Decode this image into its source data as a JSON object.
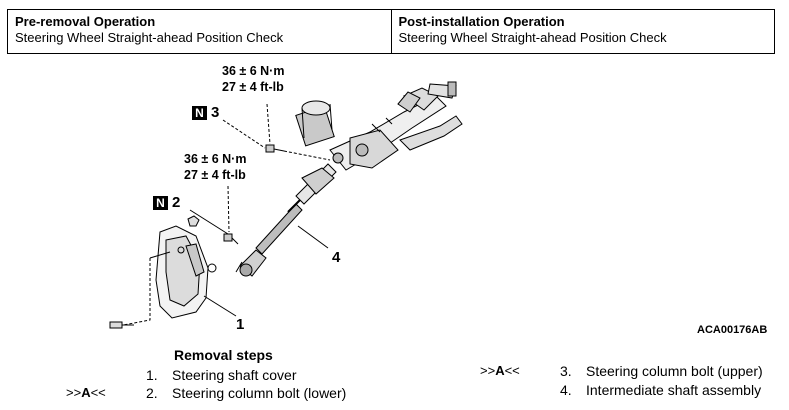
{
  "operations": {
    "pre_removal": {
      "title": "Pre-removal Operation",
      "text": "Steering Wheel Straight-ahead Position Check"
    },
    "post_installation": {
      "title": "Post-installation Operation",
      "text": "Steering Wheel Straight-ahead Position Check"
    }
  },
  "torque_upper": {
    "line1": "36 ± 6 N·m",
    "line2": "27 ± 4 ft-lb"
  },
  "torque_lower": {
    "line1": "36 ± 6 N·m",
    "line2": "27 ± 4 ft-lb"
  },
  "badges": [
    {
      "letter": "N",
      "number": "3"
    },
    {
      "letter": "N",
      "number": "2"
    }
  ],
  "callouts": {
    "c1": "1",
    "c4": "4"
  },
  "figure_code": "ACA00176AB",
  "removal_steps": {
    "title": "Removal steps",
    "steps": [
      {
        "num": "1.",
        "label": "Steering shaft cover",
        "marker": ""
      },
      {
        "num": "2.",
        "label": "Steering column bolt (lower)",
        "marker": "A"
      },
      {
        "num": "3.",
        "label": "Steering column bolt (upper)",
        "marker": "A"
      },
      {
        "num": "4.",
        "label": "Intermediate shaft assembly",
        "marker": ""
      }
    ],
    "marker_prefix": ">>",
    "marker_suffix": "<<"
  }
}
